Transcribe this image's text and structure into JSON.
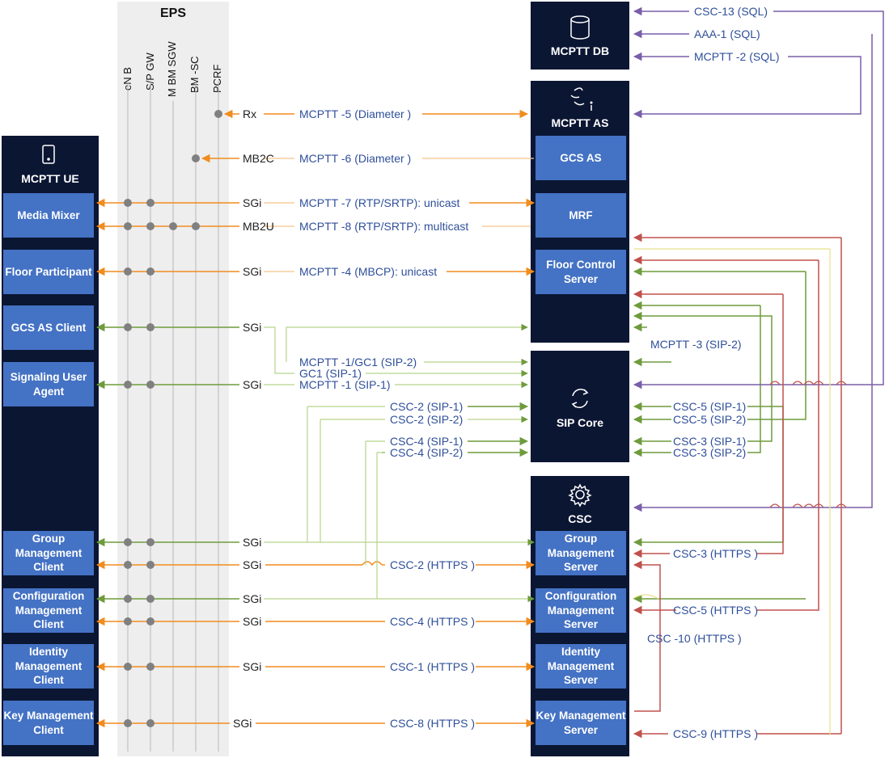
{
  "eps": {
    "title": "EPS",
    "columns": [
      "eN B",
      "S/P GW",
      "M BM SGW",
      "BM -SC",
      "PCRF"
    ]
  },
  "mcptt_db": {
    "title": "MCPTT DB"
  },
  "mcptt_as": {
    "title": "MCPTT AS",
    "modules": [
      "GCS AS",
      "MRF",
      "Floor Control Server"
    ]
  },
  "sip_core": {
    "title": "SIP Core"
  },
  "csc": {
    "title": "CSC",
    "servers": [
      "Group Management Server",
      "Configuration Management Server",
      "Identity Management Server",
      "Key Management Server"
    ]
  },
  "mcptt_ue": {
    "title": "MCPTT UE",
    "modules": [
      "Media Mixer",
      "Floor Participant",
      "GCS AS Client",
      "Signaling User Agent"
    ],
    "clients": [
      "Group Management Client",
      "Configuration Management Client",
      "Identity Management Client",
      "Key Management Client"
    ]
  },
  "interfaces_eps": {
    "rx": "Rx",
    "mb2c": "MB2C",
    "sgi": "SGi",
    "mb2u": "MB2U"
  },
  "links": {
    "mcptt5": "MCPTT -5 (Diameter )",
    "mcptt6": "MCPTT -6 (Diameter )",
    "mcptt7": "MCPTT -7 (RTP/SRTP): unicast",
    "mcptt8": "MCPTT -8 (RTP/SRTP): multicast",
    "mcptt4": "MCPTT -4 (MBCP): unicast",
    "mcptt1_gc1": "MCPTT -1/GC1 (SIP-2)",
    "gc1": "GC1 (SIP-1)",
    "mcptt1": "MCPTT -1 (SIP-1)",
    "csc2_sip1": "CSC-2 (SIP-1)",
    "csc2_sip2": "CSC-2 (SIP-2)",
    "csc4_sip1": "CSC-4 (SIP-1)",
    "csc4_sip2": "CSC-4 (SIP-2)",
    "csc2_https": "CSC-2 (HTTPS )",
    "csc4_https": "CSC-4 (HTTPS )",
    "csc1_https": "CSC-1 (HTTPS )",
    "csc8_https": "CSC-8 (HTTPS )",
    "csc13": "CSC-13 (SQL)",
    "aaa1": "AAA-1 (SQL)",
    "mcptt2": "MCPTT -2 (SQL)",
    "mcptt3": "MCPTT -3 (SIP-2)",
    "csc5_sip1": "CSC-5 (SIP-1)",
    "csc5_sip2": "CSC-5 (SIP-2)",
    "csc3_sip1": "CSC-3 (SIP-1)",
    "csc3_sip2": "CSC-3 (SIP-2)",
    "csc3_https": "CSC-3 (HTTPS )",
    "csc5_https": "CSC-5 (HTTPS )",
    "csc10_https": "CSC -10 (HTTPS )",
    "csc9_https": "CSC-9 (HTTPS )"
  },
  "colors": {
    "dark_box": "#0b1633",
    "module_blue": "#4472c4",
    "orange": "#f28c1e",
    "green": "#6e9b3c",
    "purple": "#7a5ea8",
    "red": "#c0504d",
    "yellow": "#e8e08a",
    "label_blue": "#2f4f9a"
  }
}
